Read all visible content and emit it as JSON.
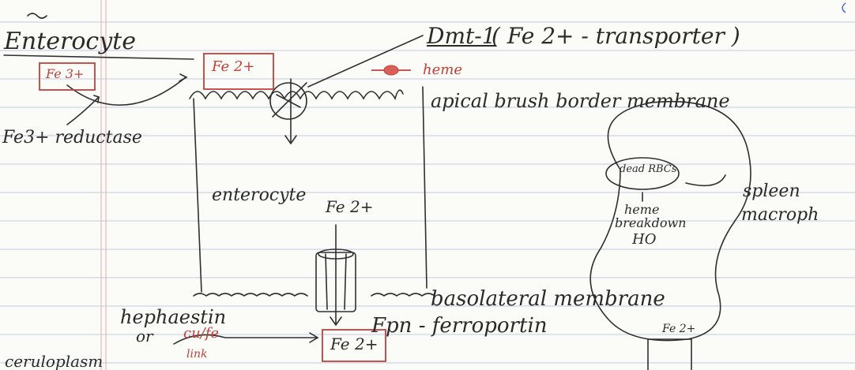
{
  "notes": {
    "title": "Enterocyte",
    "fe3_box": "Fe 3+",
    "fe2_box_top": "Fe 2+",
    "reductase": "Fe3+ reductase",
    "dmt1": "Dmt-1",
    "dmt1_desc": "( Fe 2+ - transporter )",
    "heme": "heme",
    "apical": "apical brush border membrane",
    "enterocyte_label": "enterocyte",
    "fe2_inside": "Fe 2+",
    "dead_rbcs": "dead RBCs",
    "heme_breakdown_1": "heme",
    "heme_breakdown_2": "breakdown",
    "ho": "HO",
    "spleen": "spleen",
    "macrophage": "macroph",
    "basolateral": "basolateral membrane",
    "fpn": "Fpn - ferroportin",
    "hephaestin": "hephaestin",
    "or": "or",
    "cu_fe": "cu/fe",
    "link": "link",
    "fe2_box_bottom": "Fe 2+",
    "fe2_right": "Fe 2+",
    "ceruloplasmin": "ceruloplasm"
  },
  "colors": {
    "ink": "#2a2a2a",
    "red_ink": "#c2403a",
    "blue_ink": "#3b5bd0",
    "rule_line": "#c9d3e8",
    "margin_line": "#e2b9b9"
  }
}
